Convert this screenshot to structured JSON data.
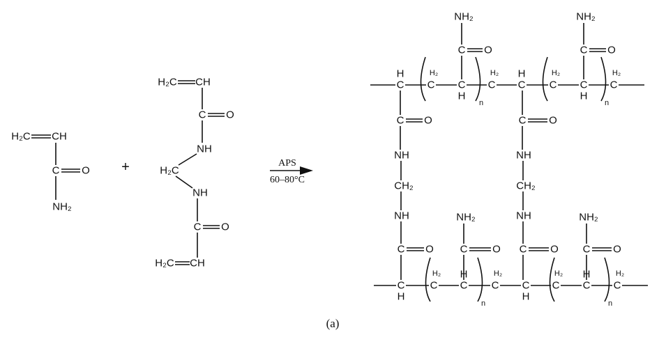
{
  "labels": {
    "h2c": "H₂C",
    "ch": "CH",
    "c": "C",
    "o": "O",
    "nh2": "NH₂",
    "nh": "NH",
    "ch2": "CH₂",
    "h": "H",
    "h2": "H₂",
    "n": "n"
  },
  "plus": "+",
  "arrow": {
    "reagent": "APS",
    "conditions": "60–80°C"
  },
  "caption": "(a)"
}
